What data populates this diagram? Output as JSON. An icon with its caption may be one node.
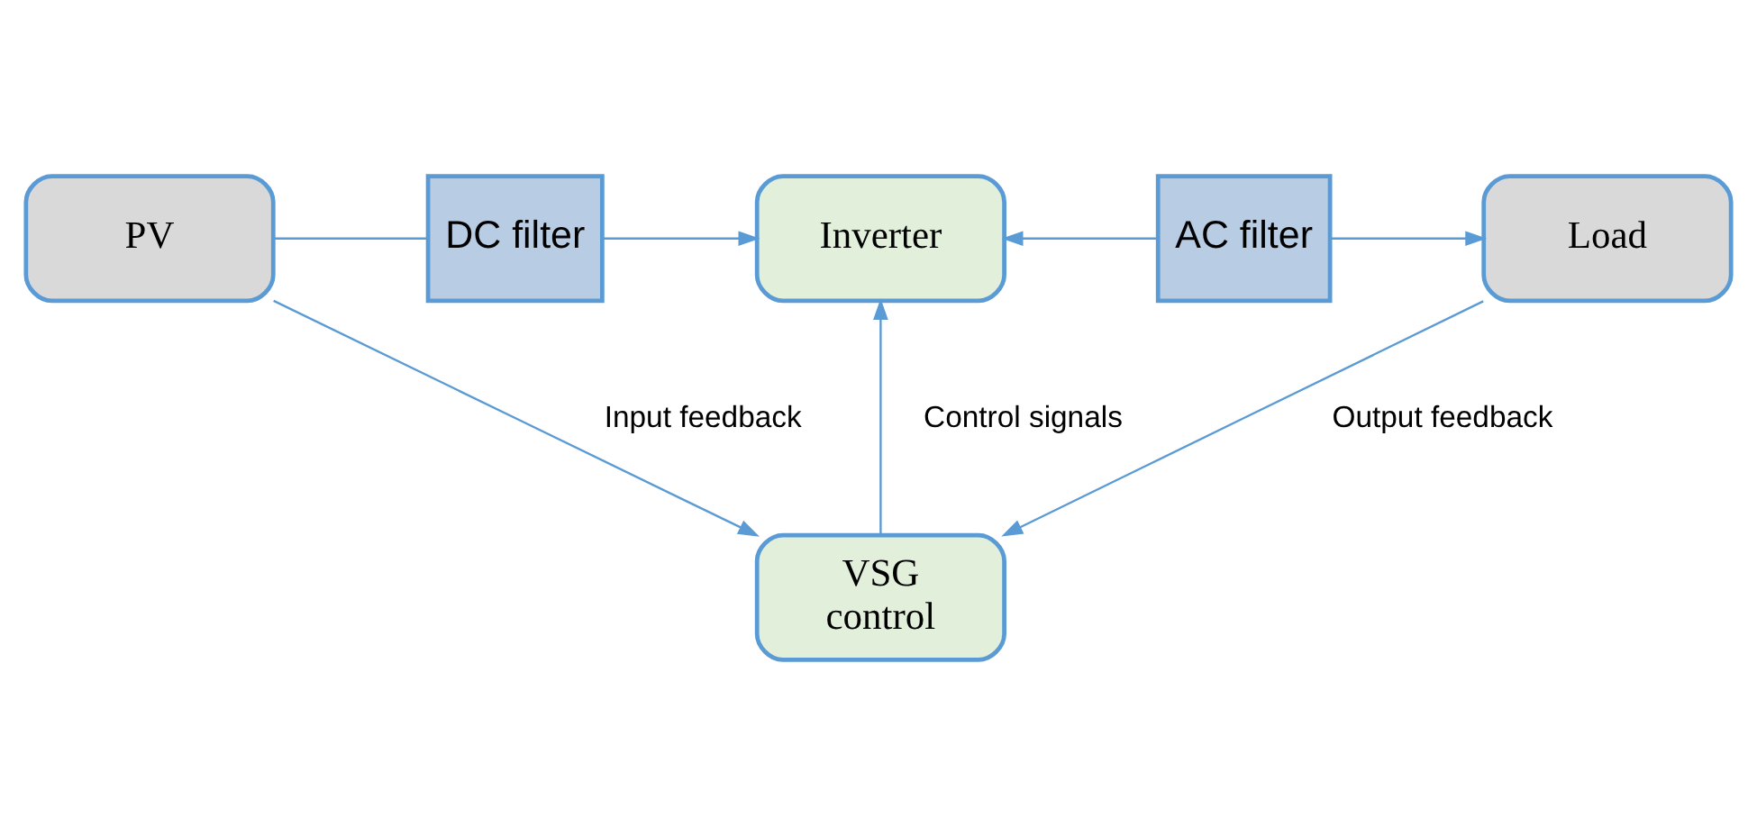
{
  "diagram": {
    "nodes": [
      {
        "text": [
          "PV"
        ]
      },
      {
        "text": [
          "DC filter"
        ]
      },
      {
        "text": [
          "Inverter"
        ]
      },
      {
        "text": [
          "AC filter"
        ]
      },
      {
        "text": [
          "Load"
        ]
      },
      {
        "text": [
          "VSG control"
        ]
      }
    ],
    "edges": [
      {
        "from": 0,
        "to": 1,
        "arrow": "none"
      },
      {
        "from": 1,
        "to": 2,
        "arrow": "to"
      },
      {
        "from": 3,
        "to": 2,
        "arrow": "to"
      },
      {
        "from": 3,
        "to": 4,
        "arrow": "to"
      },
      {
        "from": 5,
        "to": 2,
        "arrow": "to",
        "label": "Control signals"
      },
      {
        "from": 0,
        "to": 5,
        "arrow": "to",
        "label": "Input feedback"
      },
      {
        "from": 4,
        "to": 5,
        "arrow": "to",
        "label": "Output feedback"
      }
    ]
  }
}
